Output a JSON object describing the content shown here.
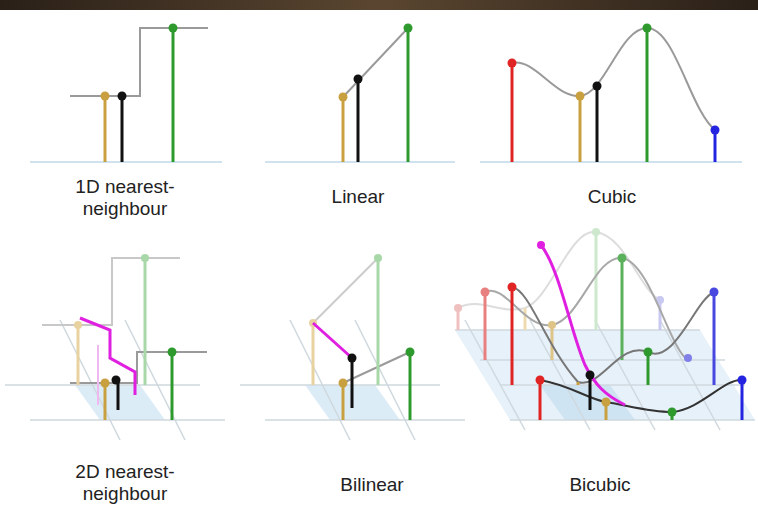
{
  "diagram": {
    "labels": [
      "1D nearest-neighbour",
      "Linear",
      "Cubic",
      "2D nearest-neighbour",
      "Bilinear",
      "Bicubic"
    ]
  }
}
